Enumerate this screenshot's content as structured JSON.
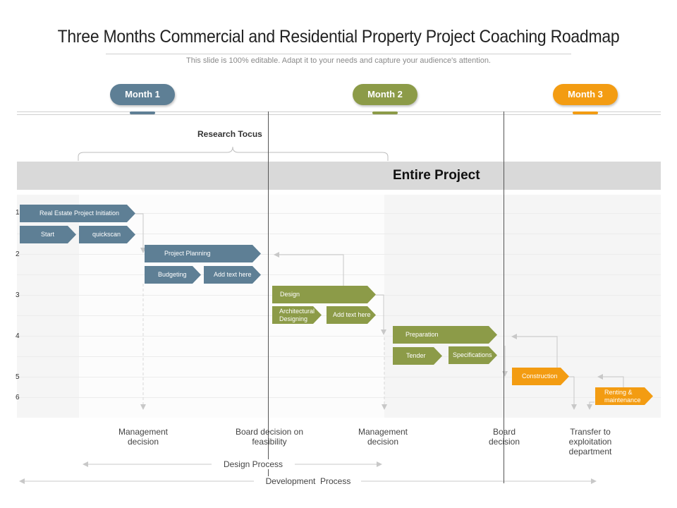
{
  "header": {
    "title": "Three Months Commercial and Residential Property Project Coaching Roadmap",
    "subtitle": "This slide is 100% editable. Adapt it to your needs and capture your audience's attention."
  },
  "months": [
    {
      "label": "Month 1",
      "color": "#5e7f95"
    },
    {
      "label": "Month 2",
      "color": "#8c9b48"
    },
    {
      "label": "Month 3",
      "color": "#f39c12"
    }
  ],
  "bracket_label": "Research Tocus",
  "band_label": "Entire Project",
  "row_numbers": [
    "1",
    "2",
    "3",
    "4",
    "5",
    "6"
  ],
  "tasks": {
    "real_estate_initiation": "Real Estate Project Initiation",
    "start": "Start",
    "quickscan": "quickscan",
    "project_planning": "Project Planning",
    "budgeting": "Budgeting",
    "add_text_1": "Add text here",
    "design": "Design",
    "architectural_designing": "Architectural Designing",
    "add_text_2": "Add text here",
    "preparation": "Preparation",
    "tender": "Tender",
    "specifications": "Specifications",
    "construction": "Construction",
    "renting_maintenance": "Renting & maintenance"
  },
  "milestones": [
    "Management decision",
    "Board decision on feasibility",
    "Management decision",
    "Board decision",
    "Transfer to exploitation department"
  ],
  "processes": {
    "design": "Design Process",
    "development": "Development  Process"
  },
  "colors": {
    "slate": "#5e7f95",
    "olive": "#8c9b48",
    "orange": "#f39c12",
    "band": "#d9d9d9"
  }
}
